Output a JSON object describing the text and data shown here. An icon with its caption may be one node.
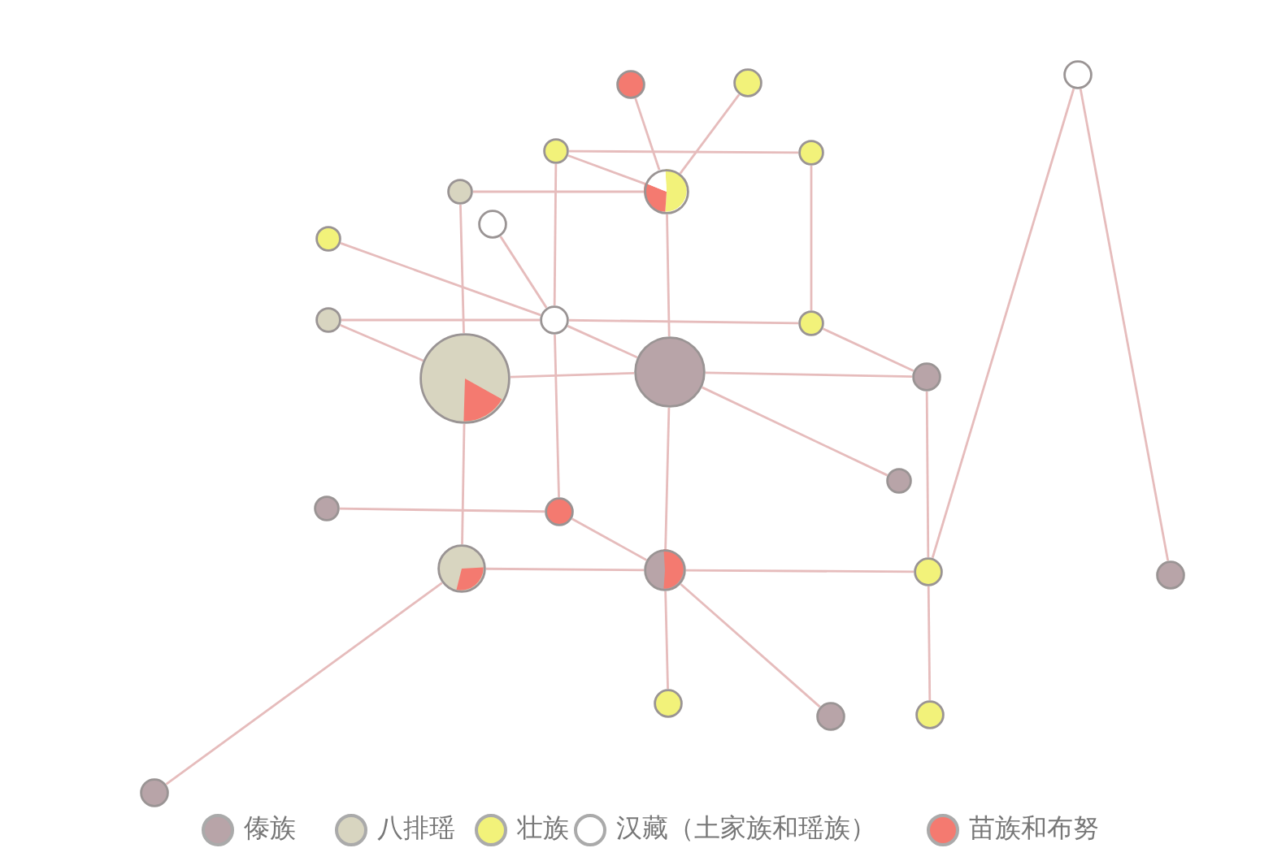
{
  "diagram": {
    "nodes": [
      {
        "text": [],
        "shape": "circle"
      },
      {
        "text": [],
        "shape": "circle"
      },
      {
        "text": [],
        "shape": "circle"
      },
      {
        "text": [],
        "shape": "circle"
      },
      {
        "text": [],
        "shape": "circle"
      },
      {
        "text": [],
        "shape": "circle"
      },
      {
        "text": [],
        "shape": "circle"
      },
      {
        "text": [],
        "shape": "circle"
      },
      {
        "text": [],
        "shape": "circle"
      },
      {
        "text": [],
        "shape": "circle"
      },
      {
        "text": [],
        "shape": "circle"
      },
      {
        "text": [],
        "shape": "circle"
      },
      {
        "text": [],
        "shape": "circle"
      },
      {
        "text": [],
        "shape": "circle"
      },
      {
        "text": [],
        "shape": "circle"
      },
      {
        "text": [],
        "shape": "circle"
      },
      {
        "text": [],
        "shape": "circle"
      },
      {
        "text": [],
        "shape": "circle"
      },
      {
        "text": [],
        "shape": "circle"
      },
      {
        "text": [],
        "shape": "circle"
      },
      {
        "text": [],
        "shape": "circle"
      },
      {
        "text": [],
        "shape": "circle"
      },
      {
        "text": [],
        "shape": "circle"
      },
      {
        "text": [],
        "shape": "circle"
      },
      {
        "text": [],
        "shape": "circle"
      },
      {
        "text": [],
        "shape": "circle"
      }
    ],
    "edges": [
      {
        "from": 0,
        "to": 5,
        "arrow": "none"
      },
      {
        "from": 1,
        "to": 5,
        "arrow": "none"
      },
      {
        "from": 2,
        "to": 3,
        "arrow": "none"
      },
      {
        "from": 2,
        "to": 5,
        "arrow": "none"
      },
      {
        "from": 4,
        "to": 5,
        "arrow": "none"
      },
      {
        "from": 2,
        "to": 9,
        "arrow": "none"
      },
      {
        "from": 9,
        "to": 16,
        "arrow": "none"
      },
      {
        "from": 6,
        "to": 9,
        "arrow": "none"
      },
      {
        "from": 7,
        "to": 9,
        "arrow": "none"
      },
      {
        "from": 9,
        "to": 12,
        "arrow": "none"
      },
      {
        "from": 8,
        "to": 9,
        "arrow": "none"
      },
      {
        "from": 9,
        "to": 10,
        "arrow": "none"
      },
      {
        "from": 8,
        "to": 11,
        "arrow": "none"
      },
      {
        "from": 4,
        "to": 11,
        "arrow": "none"
      },
      {
        "from": 11,
        "to": 17,
        "arrow": "none"
      },
      {
        "from": 5,
        "to": 12,
        "arrow": "none"
      },
      {
        "from": 3,
        "to": 10,
        "arrow": "none"
      },
      {
        "from": 10,
        "to": 13,
        "arrow": "none"
      },
      {
        "from": 11,
        "to": 12,
        "arrow": "none"
      },
      {
        "from": 12,
        "to": 13,
        "arrow": "none"
      },
      {
        "from": 12,
        "to": 14,
        "arrow": "none"
      },
      {
        "from": 13,
        "to": 19,
        "arrow": "none"
      },
      {
        "from": 15,
        "to": 16,
        "arrow": "none"
      },
      {
        "from": 16,
        "to": 18,
        "arrow": "none"
      },
      {
        "from": 12,
        "to": 18,
        "arrow": "none"
      },
      {
        "from": 17,
        "to": 18,
        "arrow": "none"
      },
      {
        "from": 18,
        "to": 19,
        "arrow": "none"
      },
      {
        "from": 18,
        "to": 20,
        "arrow": "none"
      },
      {
        "from": 18,
        "to": 21,
        "arrow": "none"
      },
      {
        "from": 19,
        "to": 22,
        "arrow": "none"
      },
      {
        "from": 19,
        "to": 24,
        "arrow": "none"
      },
      {
        "from": 24,
        "to": 25,
        "arrow": "none"
      },
      {
        "from": 17,
        "to": 23,
        "arrow": "none"
      }
    ],
    "legend": [
      {
        "text": "傣族",
        "color": "#b8a4a8"
      },
      {
        "text": "八排瑶",
        "color": "#d8d5c0"
      },
      {
        "text": "壮族",
        "color": "#f2f27a"
      },
      {
        "text": "汉藏（土家族和瑶族）",
        "color": "#ffffff"
      },
      {
        "text": "苗族和布努",
        "color": "#f47a70"
      }
    ]
  }
}
